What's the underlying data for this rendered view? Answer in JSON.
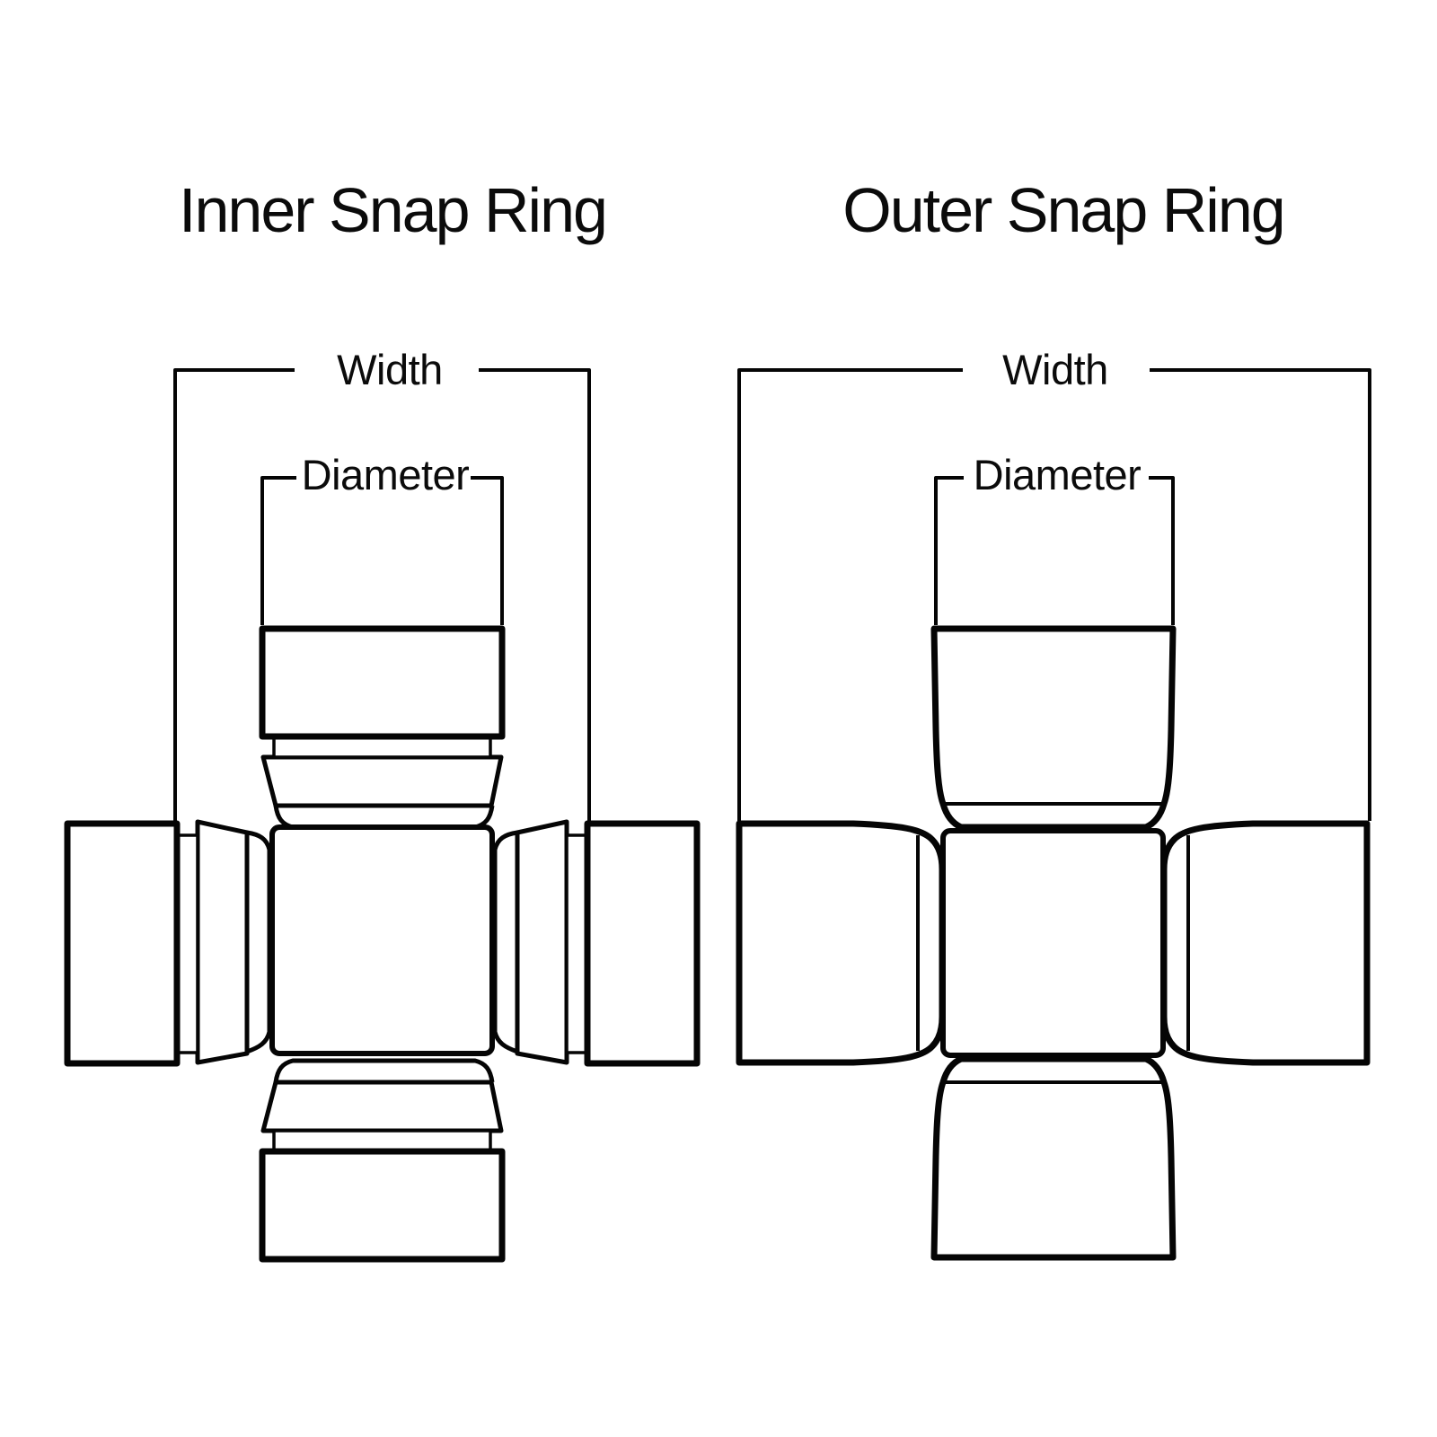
{
  "page": {
    "background_color": "#ffffff",
    "line_color": "#050505",
    "text_color": "#0b0b0b"
  },
  "diagrams": [
    {
      "title": "Inner Snap Ring",
      "width_label": "Width",
      "diameter_label": "Diameter"
    },
    {
      "title": "Outer Snap Ring",
      "width_label": "Width",
      "diameter_label": "Diameter"
    }
  ]
}
